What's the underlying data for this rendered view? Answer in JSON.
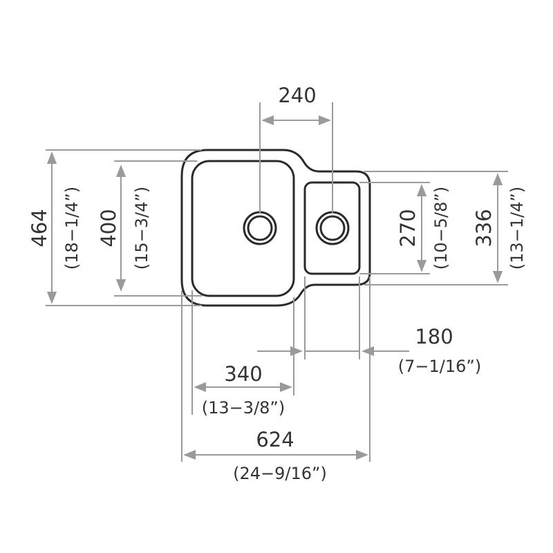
{
  "dimensions": {
    "drain_spacing": {
      "mm": "240"
    },
    "overall_depth": {
      "mm": "464",
      "inch": "(18−1/4”)"
    },
    "main_bowl_depth": {
      "mm": "400",
      "inch": "(15−3/4”)"
    },
    "small_bowl_depth": {
      "mm": "270",
      "inch": "(10−5/8”)"
    },
    "small_section_depth": {
      "mm": "336",
      "inch": "(13−1/4”)"
    },
    "main_bowl_width": {
      "mm": "340",
      "inch": "(13−3/8”)"
    },
    "small_bowl_width": {
      "mm": "180",
      "inch": "(7−1/16”)"
    },
    "overall_width": {
      "mm": "624",
      "inch": "(24−9/16”)"
    }
  }
}
